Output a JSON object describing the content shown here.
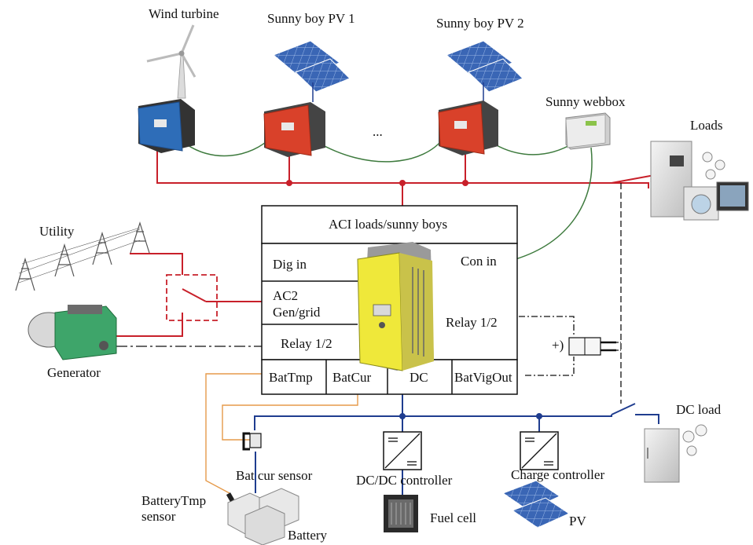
{
  "labels": {
    "wind_turbine": "Wind turbine",
    "sunny_boy_1": "Sunny boy PV 1",
    "sunny_boy_2": "Sunny boy PV 2",
    "ellipsis": "...",
    "sunny_webbox": "Sunny webbox",
    "loads": "Loads",
    "utility": "Utility",
    "generator": "Generator",
    "bat_cur_sensor": "Bat cur sensor",
    "battery_tmp_sensor": "BatteryTmp\nsensor",
    "battery": "Battery",
    "dcdc_controller": "DC/DC controller",
    "fuel_cell": "Fuel cell",
    "charge_controller": "Charge controller",
    "pv": "PV",
    "dc_load": "DC load",
    "plus_minus": "+)"
  },
  "inverter_box": {
    "aci": "ACI loads/sunny boys",
    "dig_in": "Dig in",
    "con_in": "Con in",
    "ac2": "AC2\nGen/grid",
    "relay_left": "Relay 1/2",
    "relay_right": "Relay 1/2",
    "bat_tmp": "BatTmp",
    "bat_cur": "BatCur",
    "dc": "DC",
    "bat_vig_out": "BatVigOut"
  },
  "colors": {
    "ac_line": "#c8202a",
    "dc_line": "#1f3d8f",
    "comm_line": "#3d7a3d",
    "sensor_line": "#e59a4a",
    "inverter_red": "#d9412a",
    "inverter_blue": "#2e6db8",
    "sunny_island_yellow": "#efe83a",
    "solar_blue": "#3a66b5"
  }
}
